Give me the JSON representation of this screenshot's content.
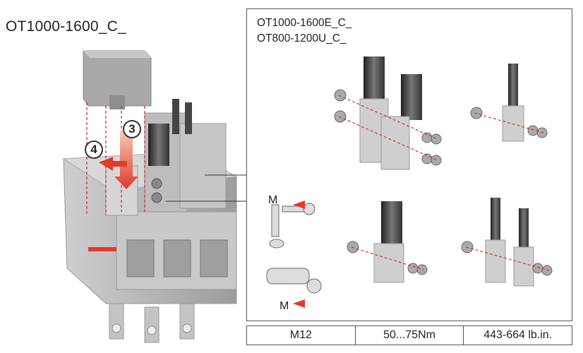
{
  "main_model": "OT1000-1600_C_",
  "panel_models": [
    "OT1000-1600E_C_",
    "OT800-1200U_C_"
  ],
  "callouts": [
    "3",
    "4"
  ],
  "torque_labels": [
    "M",
    "M"
  ],
  "spec_row": {
    "thread": "M12",
    "torque_nm": "50...75Nm",
    "torque_lbin": "443-664 lb.in."
  },
  "colors": {
    "arrow_red": "#e03a2a",
    "dashed_red": "#d43030",
    "housing_gray": "#b8b8b8"
  }
}
